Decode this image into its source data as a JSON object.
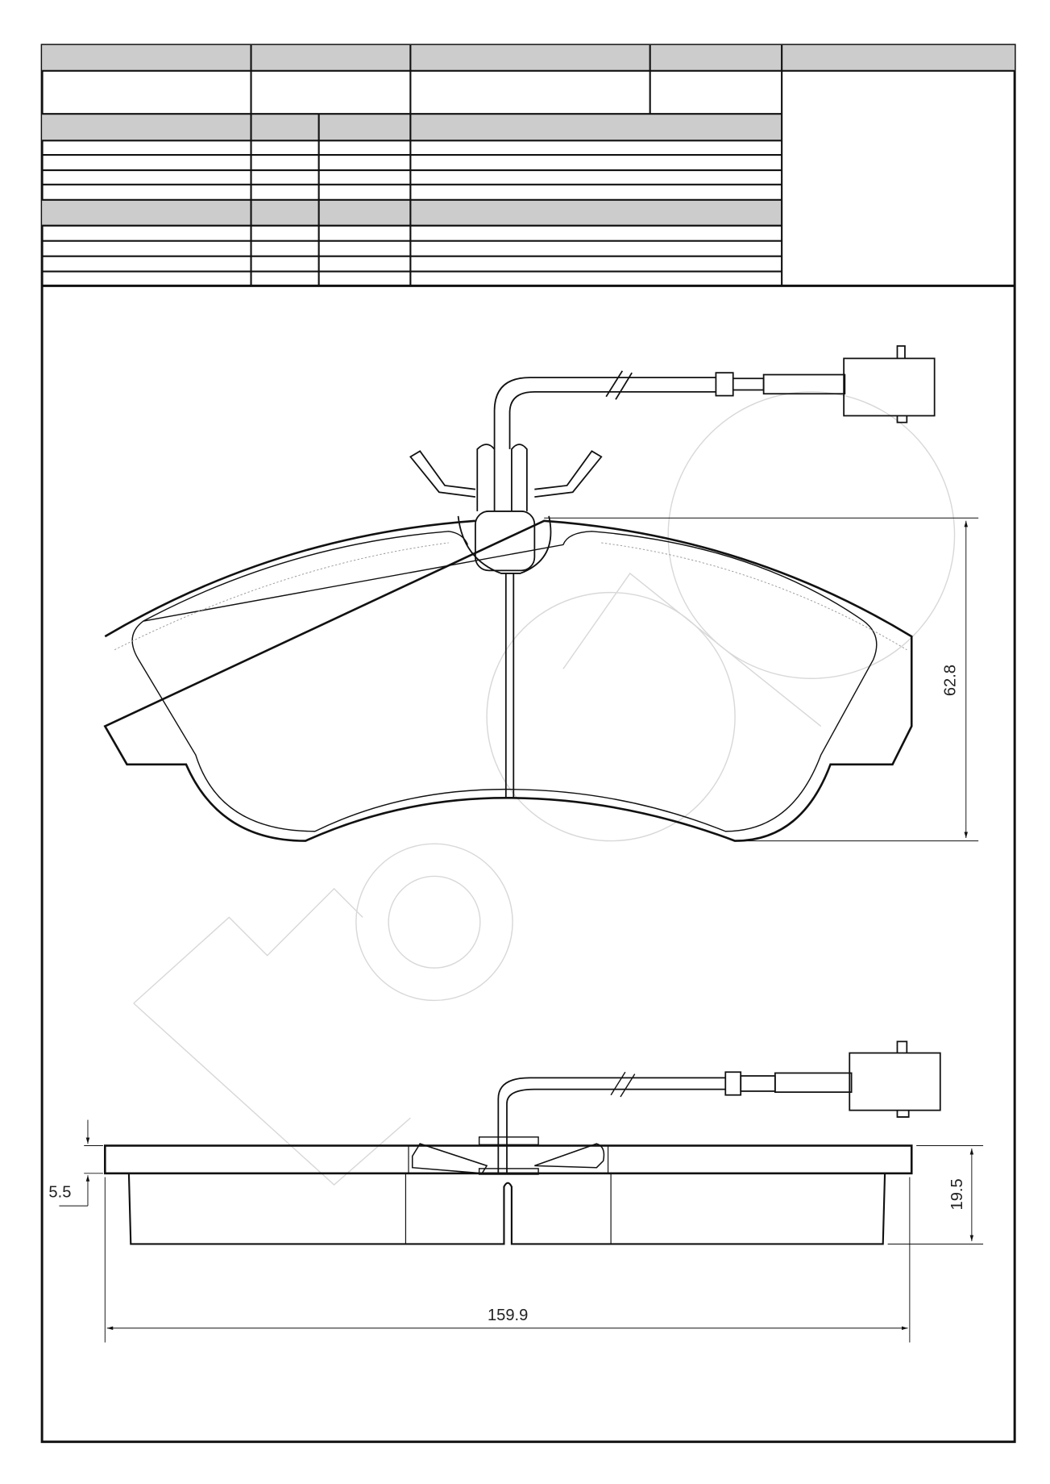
{
  "drawing": {
    "title_block": {
      "header_row_cells": [
        "",
        "",
        "",
        "",
        ""
      ],
      "section_rows": 2,
      "rows_per_section": 4
    },
    "dimensions": {
      "height": "62.8",
      "total_thickness": "19.5",
      "backing_plate_thickness": "5.5",
      "width": "159.9"
    },
    "colors": {
      "header_fill": "#cccccc",
      "line": "#111111",
      "watermark": "#d8d8d8"
    }
  }
}
